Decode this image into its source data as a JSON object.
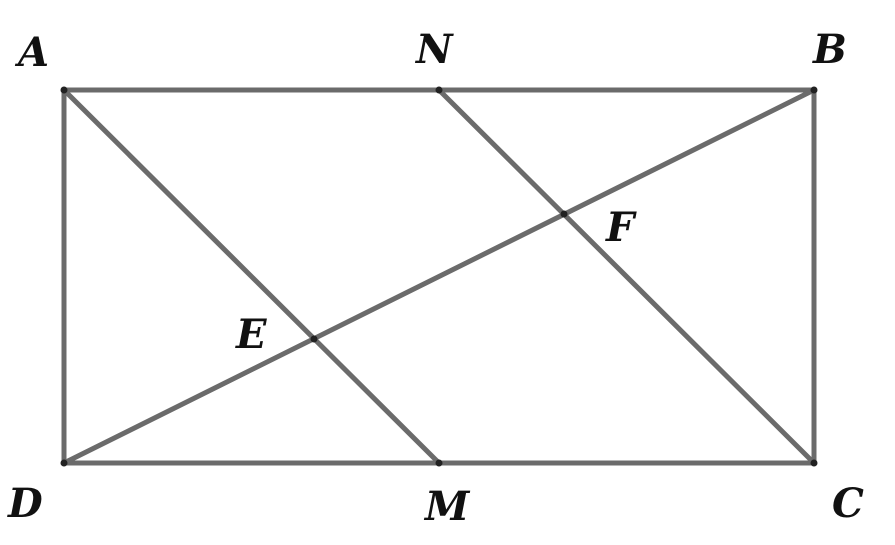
{
  "diagram": {
    "points": {
      "A": "A",
      "N": "N",
      "B": "B",
      "C": "C",
      "D": "D",
      "M": "M",
      "E": "E",
      "F": "F"
    },
    "segments": [
      [
        "A",
        "B"
      ],
      [
        "B",
        "C"
      ],
      [
        "C",
        "D"
      ],
      [
        "D",
        "A"
      ],
      [
        "A",
        "M"
      ],
      [
        "N",
        "C"
      ],
      [
        "D",
        "B"
      ]
    ],
    "colors": {
      "line": "#6b6b6b",
      "point": "#222222",
      "label": "#111111"
    }
  }
}
